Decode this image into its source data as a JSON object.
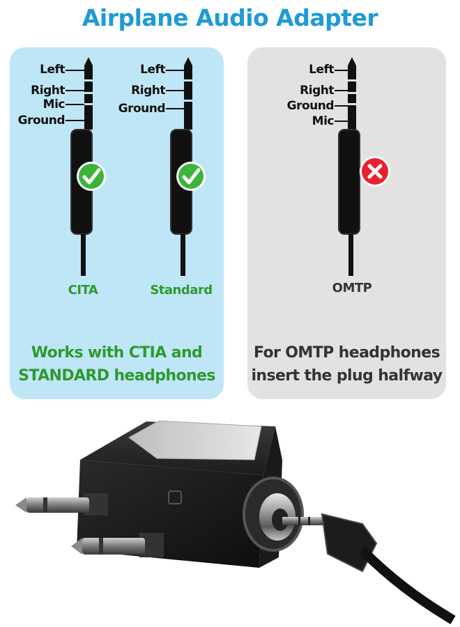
{
  "title": "Airplane Audio Adapter",
  "colors": {
    "title": "#1f9ad6",
    "left_panel_bg": "#bfe6f7",
    "right_panel_bg": "#e4e2e1",
    "compatible_green": "#2e9a2e",
    "check_green": "#3cb43c",
    "cross_red": "#e8212e",
    "dark_text": "#333333"
  },
  "panels": {
    "left": {
      "jacks": [
        {
          "labels": [
            "Left",
            "Right",
            "Mic",
            "Ground"
          ],
          "type": "CITA",
          "status_icon": "check-icon"
        },
        {
          "labels": [
            "Left",
            "Right",
            "Ground"
          ],
          "type": "Standard",
          "status_icon": "check-icon"
        }
      ],
      "caption": [
        "Works with CTIA and",
        "STANDARD headphones"
      ]
    },
    "right": {
      "jacks": [
        {
          "labels": [
            "Left",
            "Right",
            "Ground",
            "Mic"
          ],
          "type": "OMTP",
          "status_icon": "cross-icon"
        }
      ],
      "caption": [
        "For OMTP headphones",
        "insert the plug halfway"
      ]
    }
  },
  "product_image": "airplane-adapter-photo"
}
